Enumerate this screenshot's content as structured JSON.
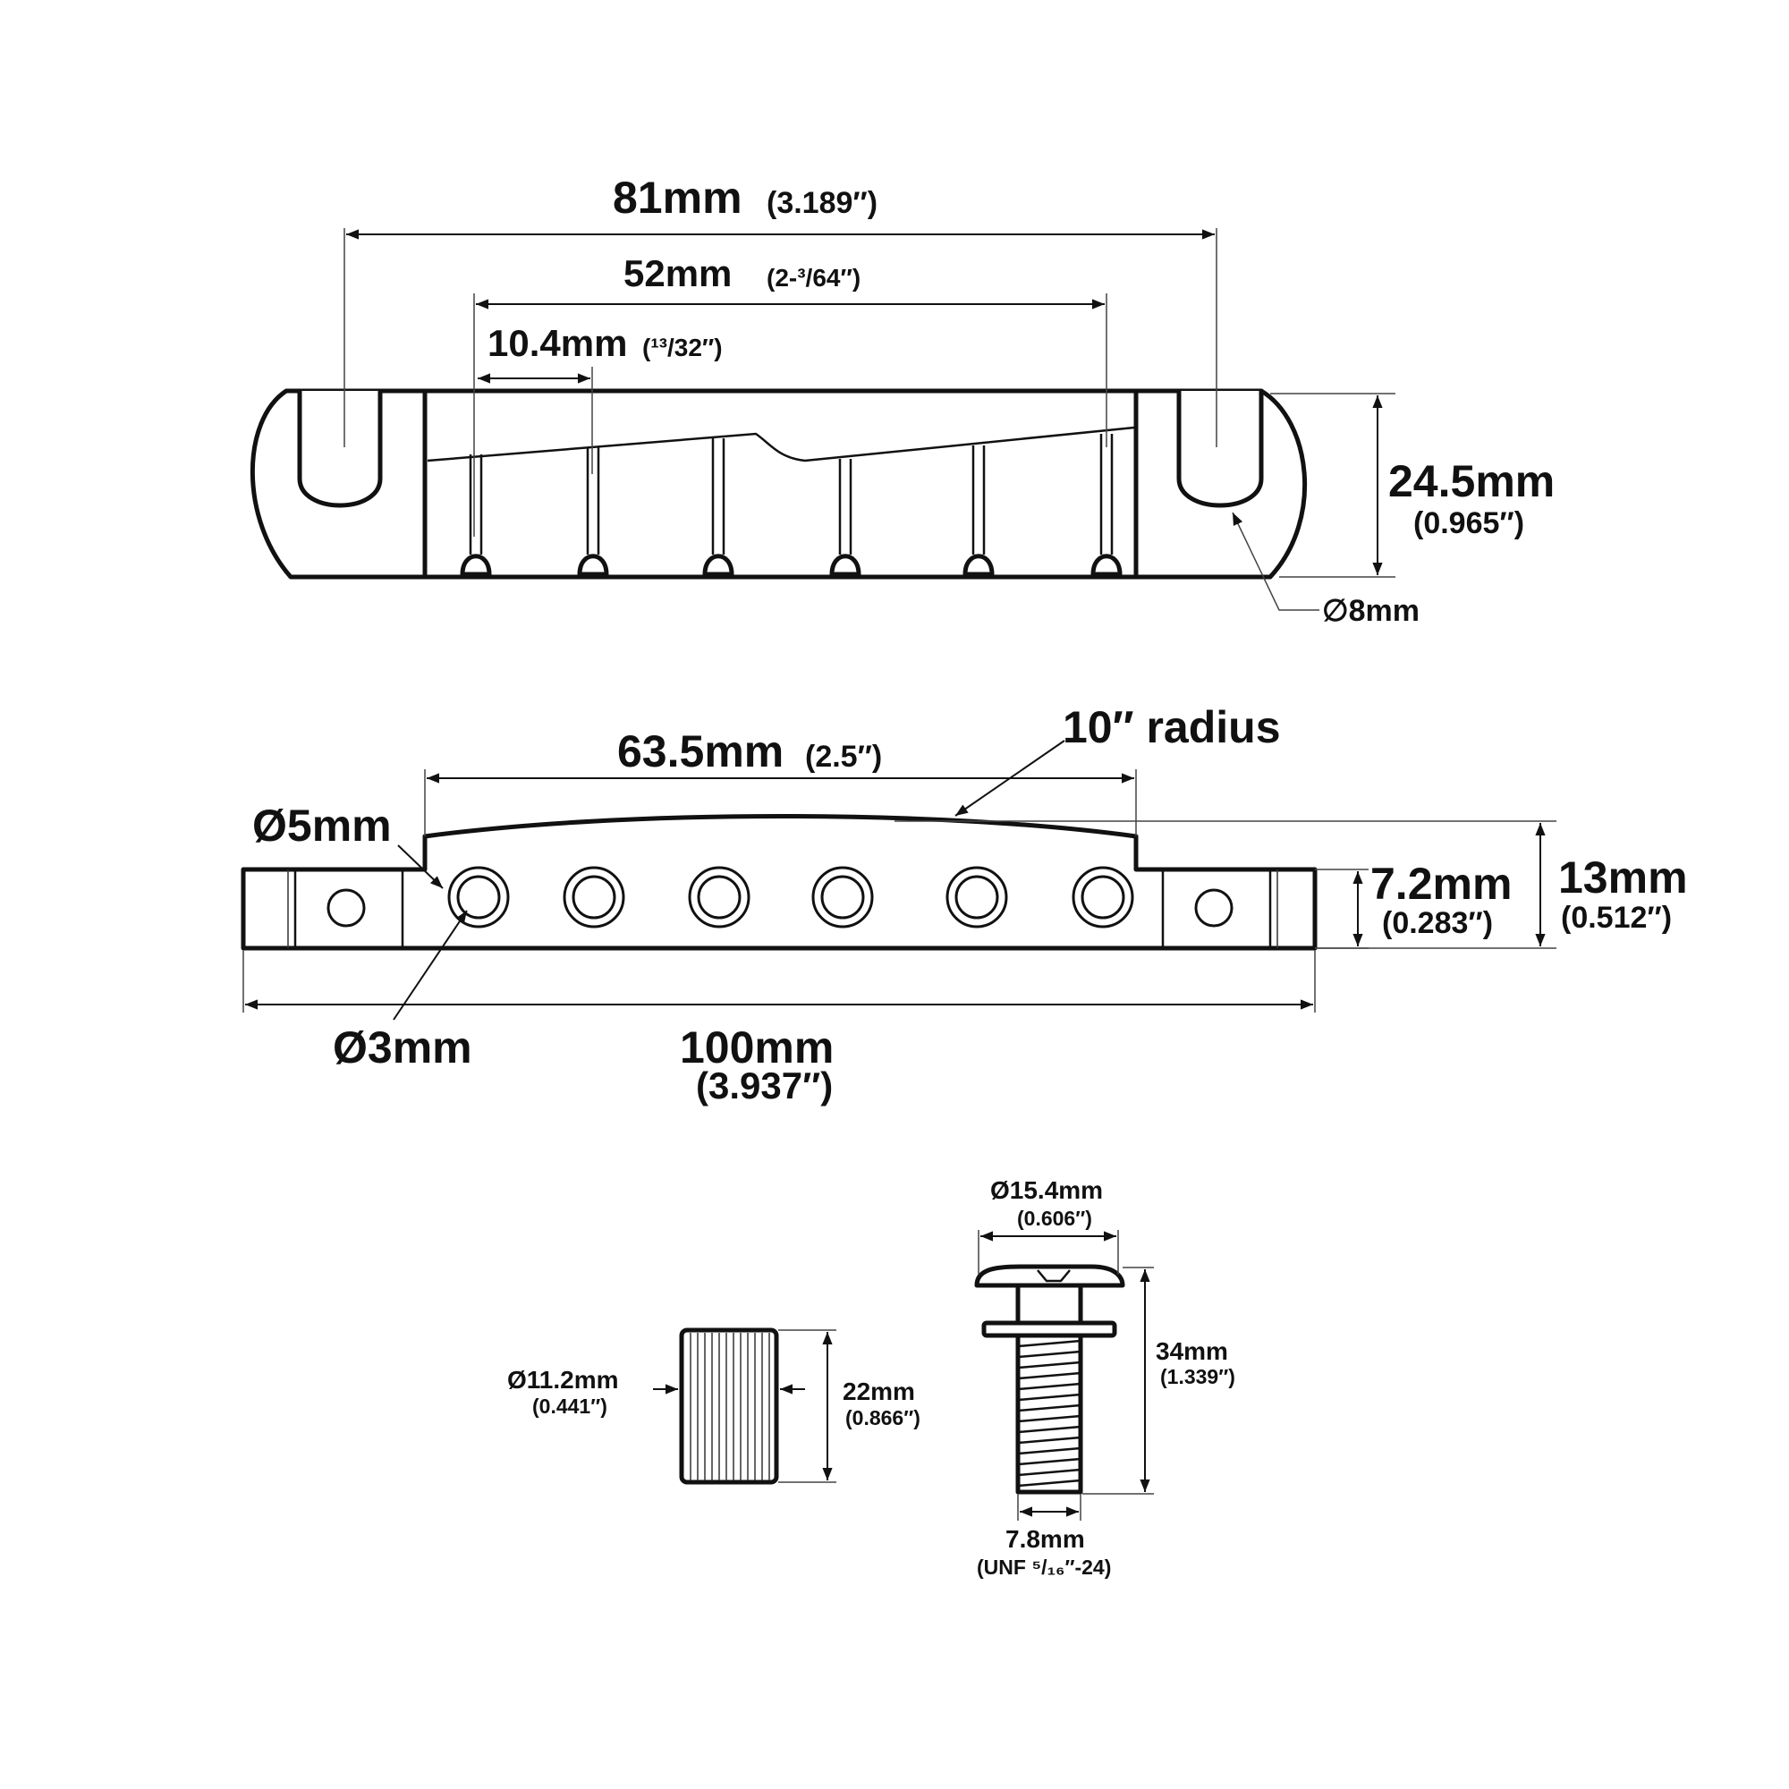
{
  "top_view": {
    "overall_span": {
      "value": "81mm",
      "imperial": "(3.189″)"
    },
    "post_span": {
      "value": "52mm",
      "imperial": "(2-³/64″)"
    },
    "string_spacing": {
      "value": "10.4mm",
      "imperial": "(¹³/32″)"
    },
    "height": {
      "value": "24.5mm",
      "imperial": "(0.965″)"
    },
    "slot_diameter": {
      "value": "∅8mm"
    }
  },
  "front_view": {
    "radius": {
      "value": "10″ radius"
    },
    "hole_span": {
      "value": "63.5mm",
      "imperial": "(2.5″)"
    },
    "bevel_hole": {
      "value": "Ø5mm"
    },
    "string_hole": {
      "value": "Ø3mm"
    },
    "total_length": {
      "value": "100mm",
      "imperial": "(3.937″)"
    },
    "end_height": {
      "value": "7.2mm",
      "imperial": "(0.283″)"
    },
    "center_height": {
      "value": "13mm",
      "imperial": "(0.512″)"
    }
  },
  "thumbwheel": {
    "diameter": {
      "value": "Ø11.2mm",
      "imperial": "(0.441″)"
    },
    "height": {
      "value": "22mm",
      "imperial": "(0.866″)"
    }
  },
  "stud": {
    "head_diameter": {
      "value": "Ø15.4mm",
      "imperial": "(0.606″)"
    },
    "length": {
      "value": "34mm",
      "imperial": "(1.339″)"
    },
    "thread_diameter": {
      "value": "7.8mm",
      "imperial": "(UNF ⁵/₁₆″-24)"
    }
  }
}
